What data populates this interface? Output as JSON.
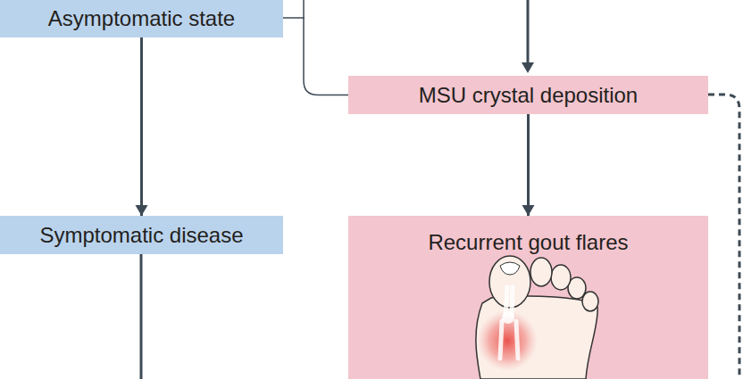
{
  "diagram": {
    "nodes": [
      {
        "text": [
          "Asymptomatic state"
        ]
      },
      {
        "text": [
          "MSU crystal deposition"
        ]
      },
      {
        "text": [
          "Symptomatic disease"
        ]
      },
      {
        "text": [
          "Recurrent gout flares"
        ]
      }
    ],
    "edges": [
      {
        "from": 0,
        "to": 1,
        "arrow": "none"
      },
      {
        "from": 0,
        "to": 2,
        "arrow": "to"
      },
      {
        "from": 1,
        "to": 3,
        "arrow": "to"
      }
    ]
  }
}
